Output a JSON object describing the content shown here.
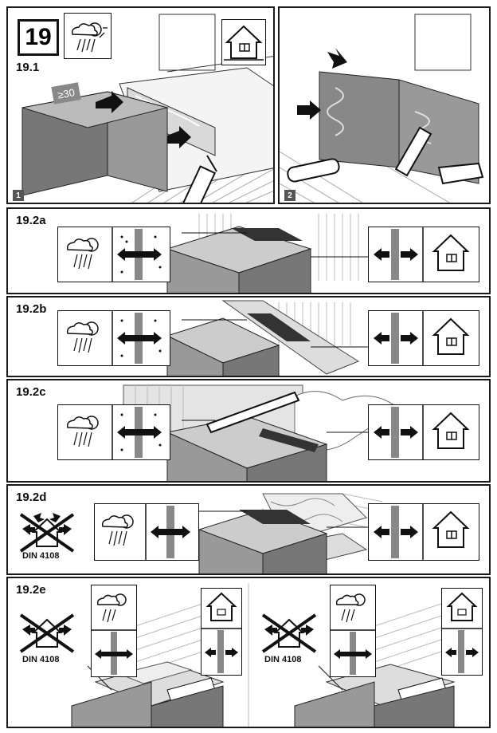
{
  "step": {
    "number": "19"
  },
  "sub_1": {
    "label": "19.1",
    "dimension": "≥30",
    "tag1": "1",
    "tag2": "2"
  },
  "sub_2a": {
    "label": "19.2a"
  },
  "sub_2b": {
    "label": "19.2b"
  },
  "sub_2c": {
    "label": "19.2c"
  },
  "sub_2d": {
    "label": "19.2d",
    "norm": "DIN 4108"
  },
  "sub_2e": {
    "label": "19.2e",
    "norm_left": "DIN 4108",
    "norm_right": "DIN 4108"
  },
  "icons": [
    "weather-icon",
    "house-icon",
    "membrane-icon",
    "vapor-arrows-icon",
    "prohibited-icon",
    "silicone-gun-icon",
    "putty-knife-icon"
  ]
}
